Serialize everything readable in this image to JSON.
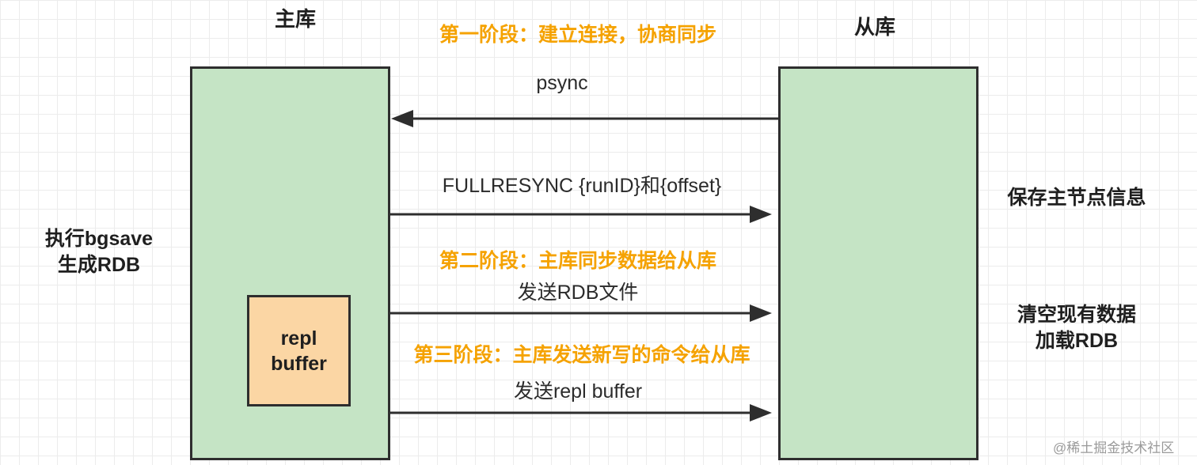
{
  "columns": {
    "master_label": "主库",
    "replica_label": "从库"
  },
  "stages": {
    "stage1": "第一阶段：建立连接，协商同步",
    "stage2": "第二阶段：主库同步数据给从库",
    "stage3": "第三阶段：主库发送新写的命令给从库"
  },
  "messages": {
    "psync": "psync",
    "fullresync": "FULLRESYNC {runID}和{offset}",
    "send_rdb": "发送RDB文件",
    "send_buffer": "发送repl buffer"
  },
  "master_side": {
    "line1": "执行bgsave",
    "line2": "生成RDB"
  },
  "replica_side": {
    "save_info": "保存主节点信息",
    "clear_line1": "清空现有数据",
    "clear_line2": "加载RDB"
  },
  "buffer": {
    "line1": "repl",
    "line2": "buffer"
  },
  "watermark": "@稀土掘金技术社区",
  "colors": {
    "node_fill": "#c5e4c5",
    "buffer_fill": "#fbd6a4",
    "stage_text": "#f5a200",
    "stroke": "#2e2e2e"
  }
}
